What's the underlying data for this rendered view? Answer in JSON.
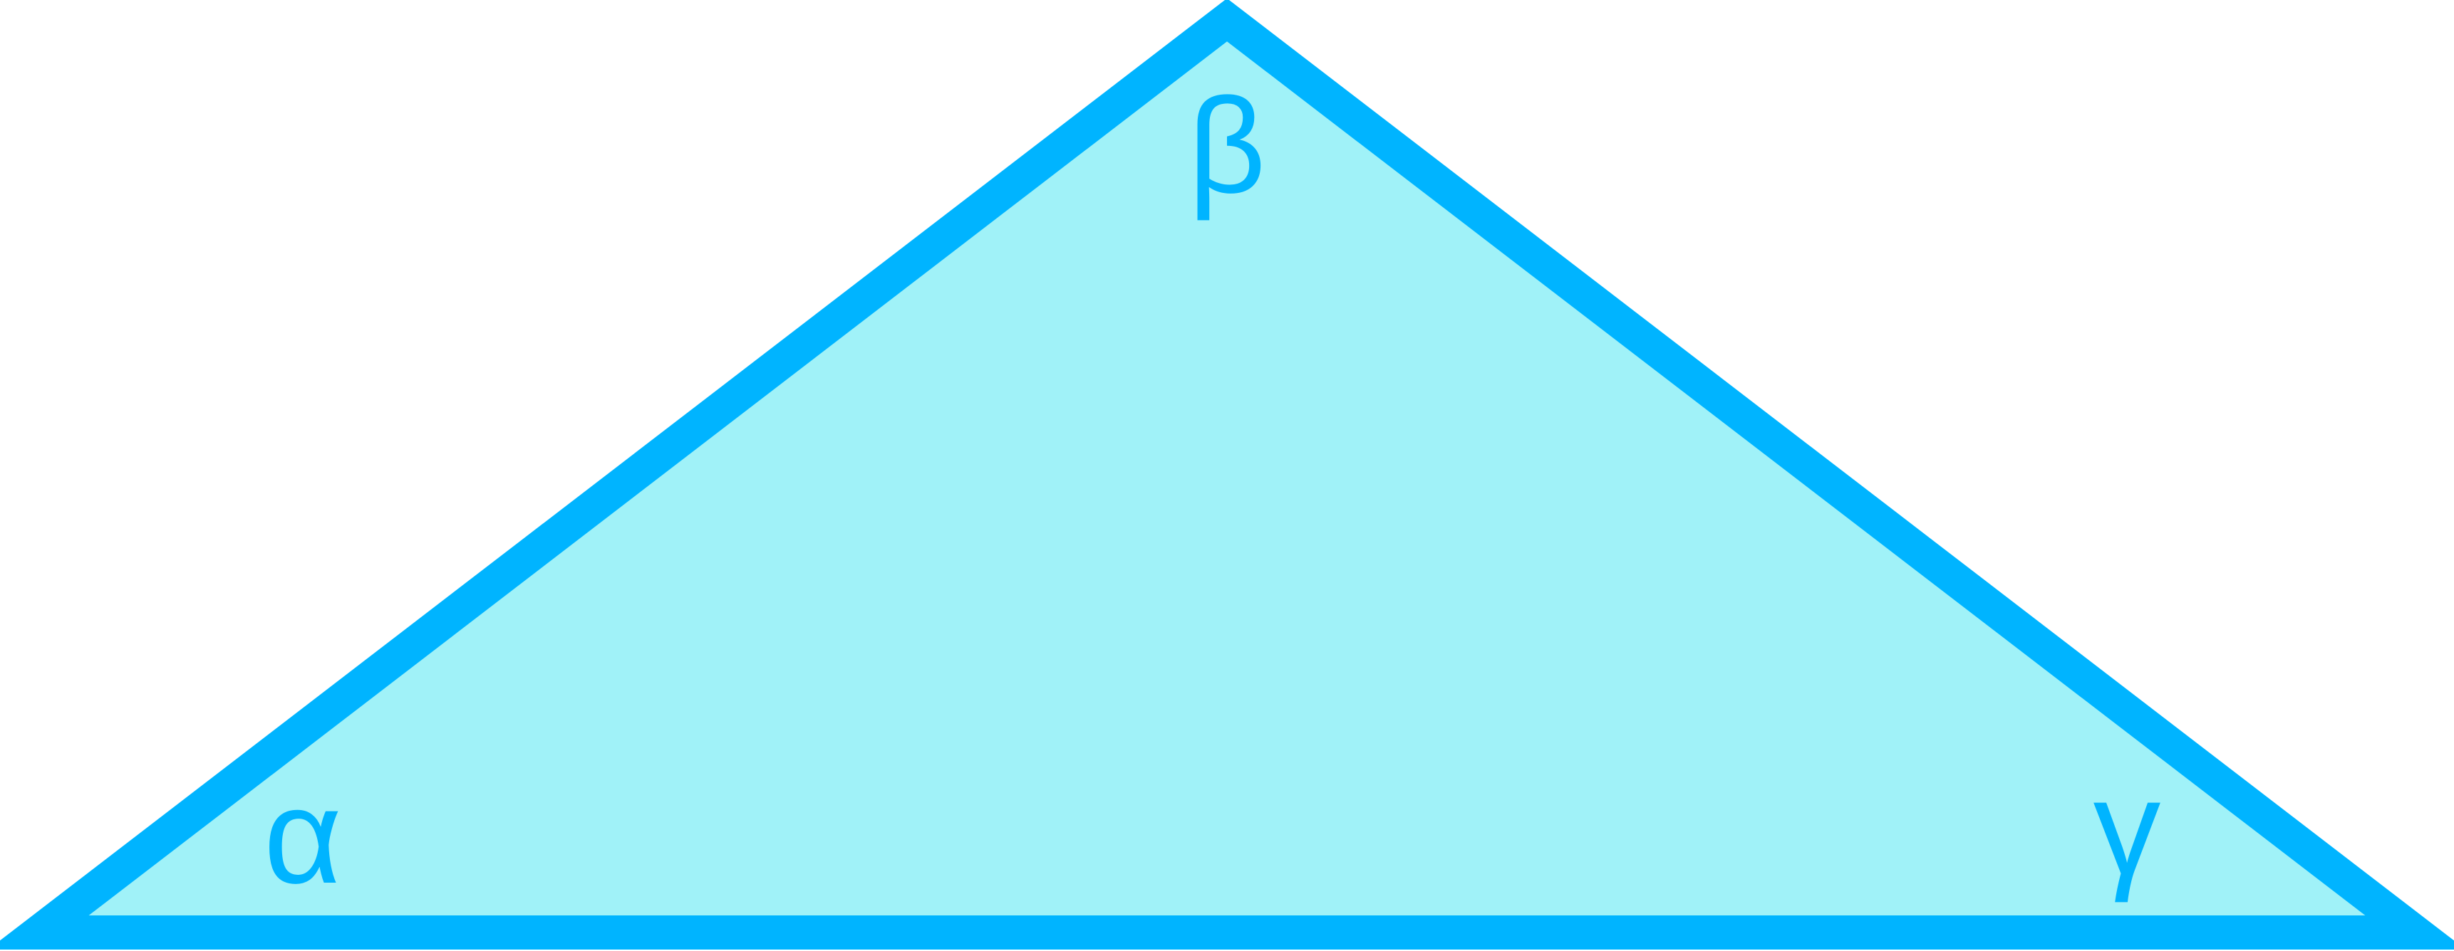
{
  "diagram": {
    "labels": {
      "alpha": "α",
      "beta": "β",
      "gamma": "γ"
    },
    "colors": {
      "fill": "#A0F2F8",
      "stroke": "#00B4FF",
      "label": "#00B4FF"
    }
  }
}
